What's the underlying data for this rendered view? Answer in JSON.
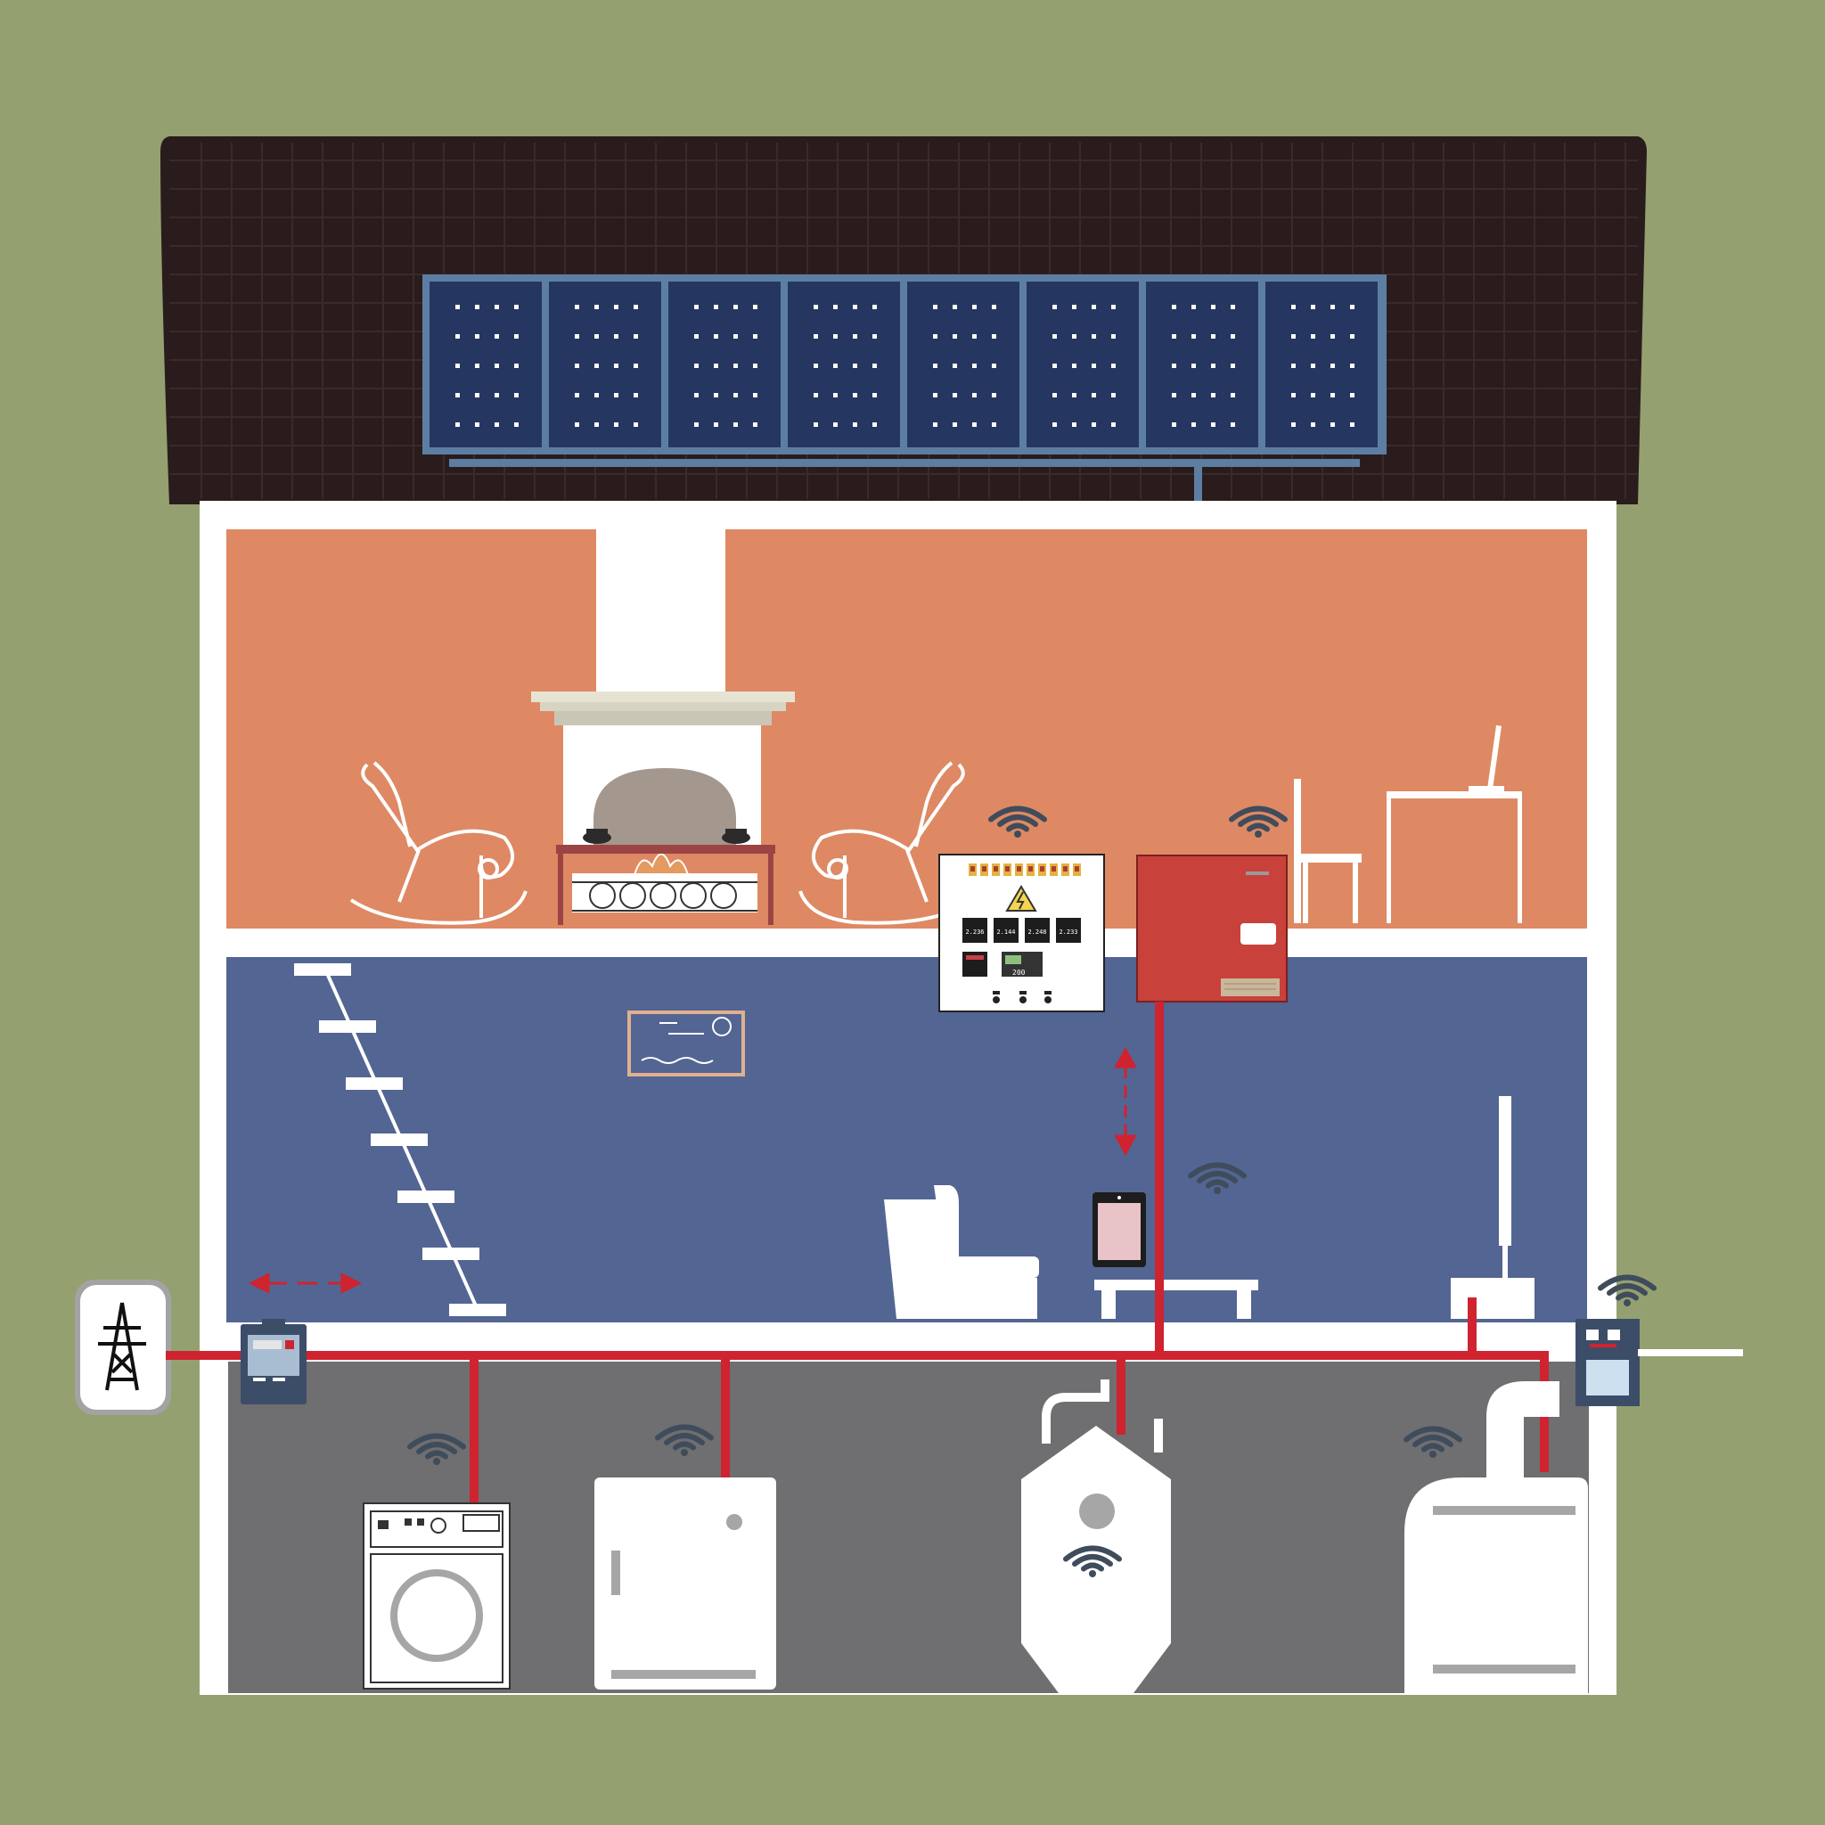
{
  "colors": {
    "background": "#94a070",
    "roof": "#2a1c1c",
    "solar_panel": "#253760",
    "solar_frame": "#5d7ea3",
    "house_wall": "#ffffff",
    "upper_room": "#de8963",
    "middle_room": "#536592",
    "basement": "#6f6e70",
    "power_line": "#cf2330",
    "inverter": "#c9413b",
    "wifi": "#3f4c5c"
  },
  "icons": {
    "grid": "power-pylon-icon",
    "meter": "electricity-meter-icon",
    "wireless": "wifi-icon",
    "warning": "high-voltage-warning-icon"
  },
  "control_panel": {
    "readouts": [
      "2.236",
      "2.144",
      "2.248",
      "2.233"
    ],
    "clock": "200"
  },
  "solar_array": {
    "panel_count": 8
  },
  "appliances": [
    "washing-machine",
    "refrigerator",
    "water-heater",
    "boiler"
  ]
}
